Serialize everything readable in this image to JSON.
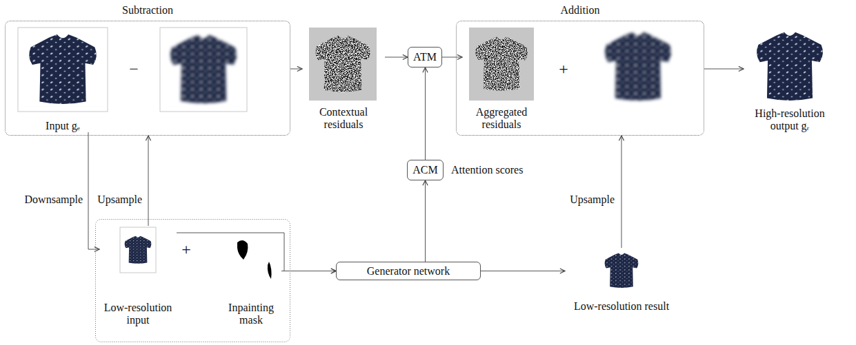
{
  "diagram": {
    "nodes": [
      {
        "text": [
          "Subtraction"
        ]
      },
      {
        "text": [
          "Input gₑ"
        ],
        "in": 0
      },
      {
        "text": [
          "Contextual residuals"
        ]
      },
      {
        "text": [
          "ATM"
        ]
      },
      {
        "text": [
          "Addition"
        ]
      },
      {
        "text": [
          "Aggregated residuals"
        ],
        "in": 4
      },
      {
        "text": [
          "High-resolution output gᵣ"
        ]
      },
      {
        "text": [
          "ACM"
        ]
      },
      {
        "text": [
          "Low-resolution input"
        ]
      },
      {
        "text": [
          "Inpainting mask"
        ]
      },
      {
        "text": [
          "Generator network"
        ]
      },
      {
        "text": [
          "Low-resolution result"
        ]
      }
    ],
    "edges": [
      {
        "from": 0,
        "to": 2,
        "arrow": "to"
      },
      {
        "from": 2,
        "to": 3,
        "arrow": "to"
      },
      {
        "from": 3,
        "to": 5,
        "arrow": "to"
      },
      {
        "from": 4,
        "to": 6,
        "arrow": "to"
      },
      {
        "from": 7,
        "to": 3,
        "arrow": "to"
      },
      {
        "from": 10,
        "to": 7,
        "arrow": "to"
      },
      {
        "from": 1,
        "to": 8,
        "label": "Downsample",
        "arrow": "to"
      },
      {
        "from": 8,
        "to": 0,
        "label": "Upsample",
        "arrow": "to"
      },
      {
        "from": 8,
        "to": 10,
        "arrow": "to"
      },
      {
        "from": 9,
        "to": 10,
        "arrow": "to"
      },
      {
        "from": 10,
        "to": 11,
        "arrow": "to"
      },
      {
        "from": 11,
        "to": 4,
        "label": "Upsample",
        "arrow": "to"
      }
    ],
    "labels": [
      "−",
      "+",
      "Attention scores",
      "+"
    ]
  }
}
